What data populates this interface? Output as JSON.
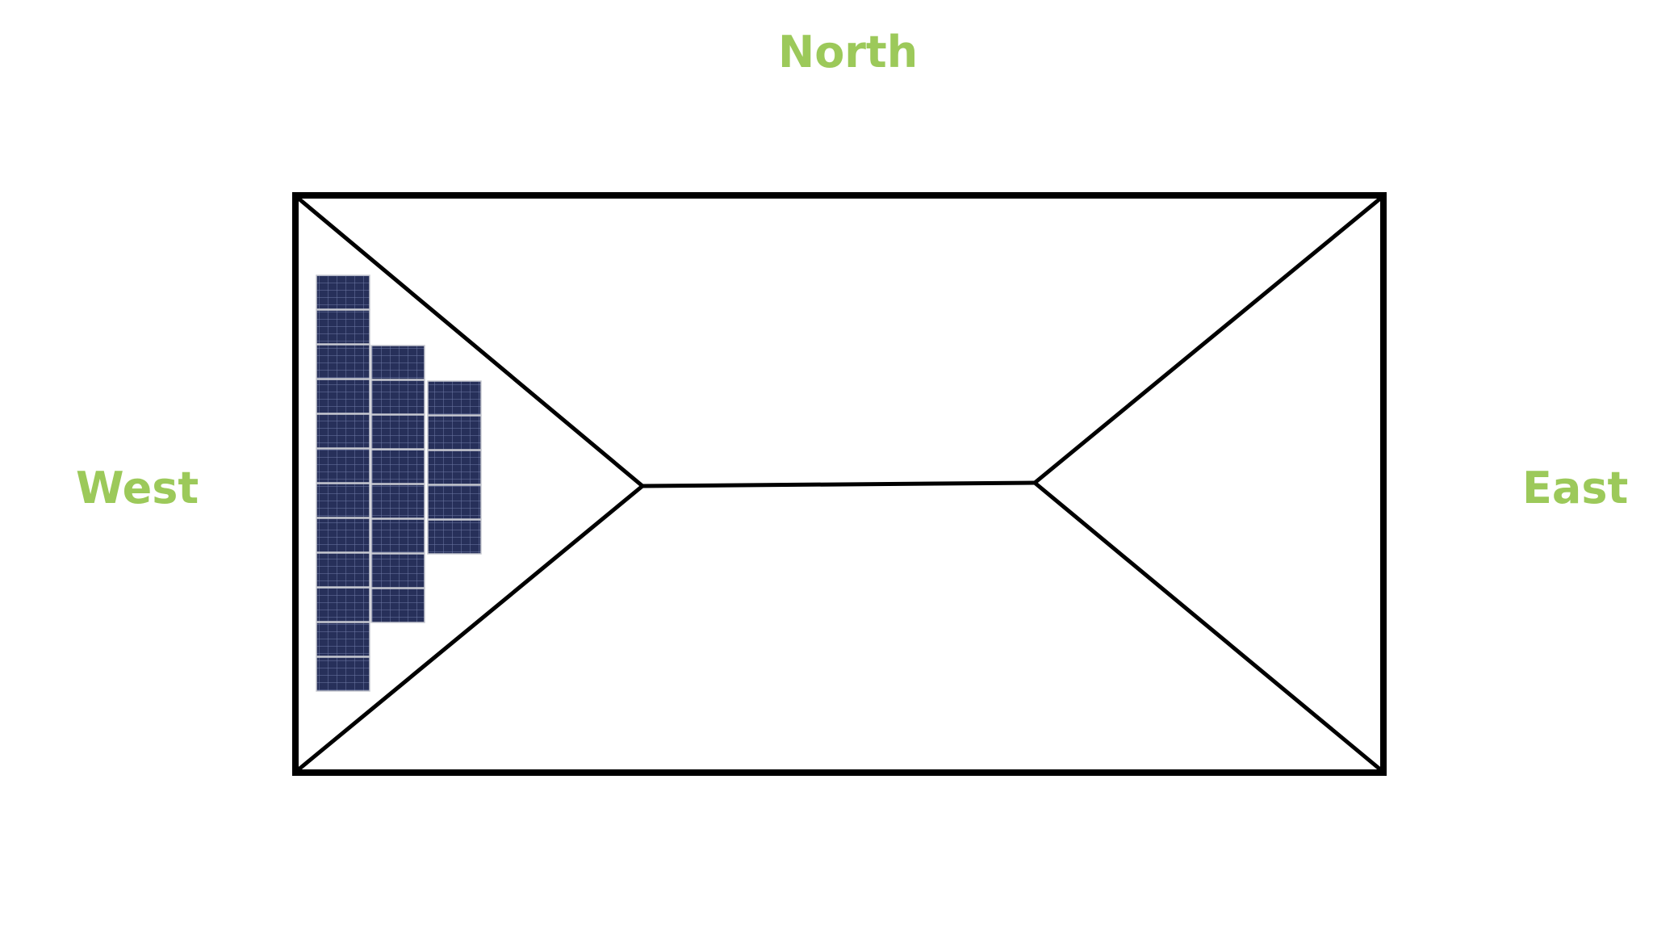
{
  "labels": {
    "north": "North",
    "west": "West",
    "east": "East"
  },
  "colors": {
    "label": "#9cc95a",
    "roof_line": "#000000",
    "panel_fill": "#27305a",
    "panel_grid": "#6f7aa6",
    "panel_border": "#c7c9d1"
  },
  "solar_array": {
    "columns_panel_counts": [
      12,
      8,
      5
    ]
  }
}
